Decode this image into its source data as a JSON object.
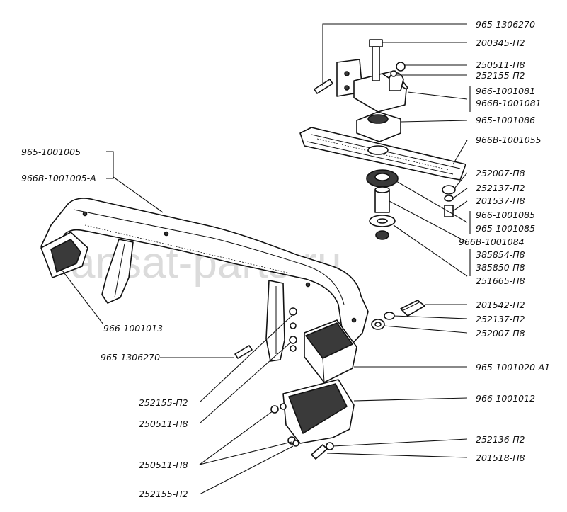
{
  "watermark": "ansat-parts.ru",
  "labels": {
    "l965_1306270_top": "965-1306270",
    "l200345_p2": "200345-П2",
    "l250511_p8_top": "250511-П8",
    "l252155_p2_top": "252155-П2",
    "l966_1001081": "966-1001081",
    "l966b_1001081": "966В-1001081",
    "l965_1001086": "965-1001086",
    "l966b_1001055": "966В-1001055",
    "l965_1001005": "965-1001005",
    "l966b_1001005_a": "966В-1001005-А",
    "l252007_p8_top": "252007-П8",
    "l252137_p2_top": "252137-П2",
    "l201537_p8": "201537-П8",
    "l966_1001085": "966-1001085",
    "l965_1001085": "965-1001085",
    "l966b_1001084": "966В-1001084",
    "l385854_p8": "385854-П8",
    "l385850_p8": "385850-П8",
    "l251665_p8": "251665-П8",
    "l201542_p2": "201542-П2",
    "l252137_p2_mid": "252137-П2",
    "l252007_p8_mid": "252007-П8",
    "l966_1001013": "966-1001013",
    "l965_1306270_left": "965-1306270",
    "l965_1001020_a1": "965-1001020-А1",
    "l966_1001012": "966-1001012",
    "l252155_p2_left": "252155-П2",
    "l250511_p8_left": "250511-П8",
    "l252136_p2": "252136-П2",
    "l201518_p8": "201518-П8",
    "l250511_p8_lower": "250511-П8",
    "l252155_p2_bottom": "252155-П2"
  }
}
